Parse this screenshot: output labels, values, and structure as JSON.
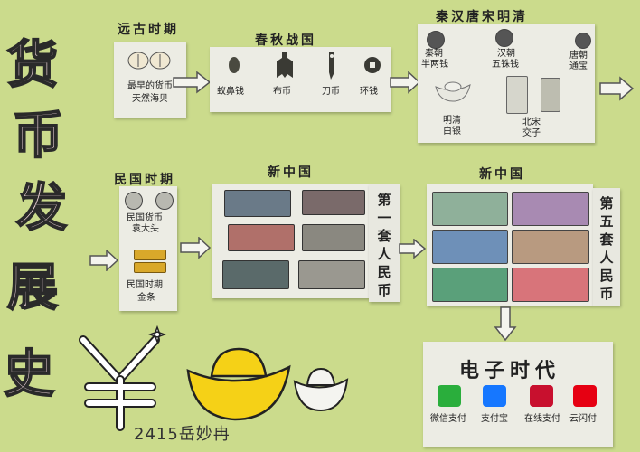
{
  "title_chars": [
    "货",
    "币",
    "发",
    "展",
    "史"
  ],
  "sections": {
    "ancient": {
      "title": "远古时期",
      "label_line1": "最早的货币",
      "label_line2": "天然海贝"
    },
    "spring_autumn": {
      "title": "春秋战国",
      "items": [
        "蚁鼻钱",
        "布币",
        "刀币",
        "环钱"
      ]
    },
    "qin_qing": {
      "title": "秦汉唐宋明清",
      "qin": [
        "秦朝",
        "半两钱"
      ],
      "han": [
        "汉朝",
        "五铢钱"
      ],
      "tang": [
        "唐朝",
        "通宝"
      ],
      "ming": [
        "明清",
        "白银"
      ],
      "song": [
        "北宋",
        "交子"
      ]
    },
    "republic": {
      "title": "民国时期",
      "coin_label": [
        "民国货币",
        "袁大头"
      ],
      "gold_label": [
        "民国时期",
        "金条"
      ]
    },
    "new_china_1": {
      "title": "新中国",
      "side_label": [
        "第",
        "一",
        "套",
        "人",
        "民",
        "币"
      ]
    },
    "new_china_5": {
      "title": "新中国",
      "side_label": [
        "第",
        "五",
        "套",
        "人",
        "民",
        "币"
      ]
    },
    "digital": {
      "title": "电子时代",
      "apps": [
        "微信支付",
        "支付宝",
        "在线支付",
        "云闪付"
      ]
    }
  },
  "signature": "2415岳妙冉",
  "colors": {
    "background": "#cbdb8c",
    "card": "#ecece4",
    "title_fill": "#f1d7dc",
    "gold": "#f5d117",
    "wechat": "#2aae3c",
    "alipay": "#1677ff",
    "unionpay": "#c8102e",
    "yunshanfu": "#e60012"
  }
}
